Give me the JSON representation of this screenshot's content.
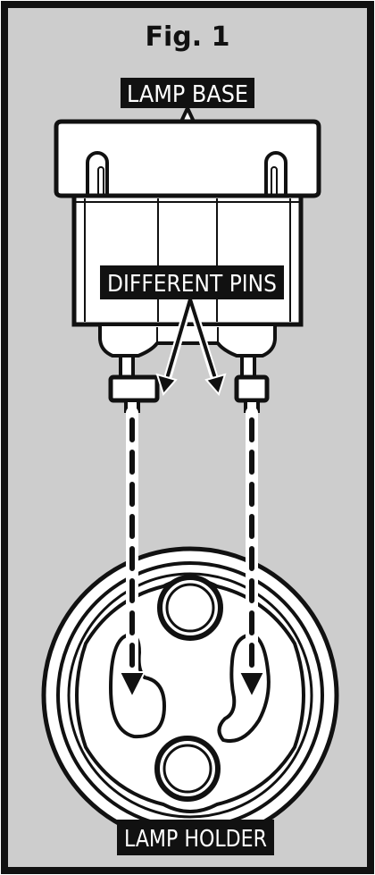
{
  "figure": {
    "title": "Fig. 1",
    "labels": {
      "lamp_base": "LAMP BASE",
      "different_pins": "DIFFERENT PINS",
      "lamp_holder": "LAMP HOLDER"
    }
  },
  "colors": {
    "panel_background": "#cdcdcd",
    "line": "#111111",
    "component_fill": "#ffffff",
    "label_background": "#111111",
    "label_text": "#ffffff"
  }
}
